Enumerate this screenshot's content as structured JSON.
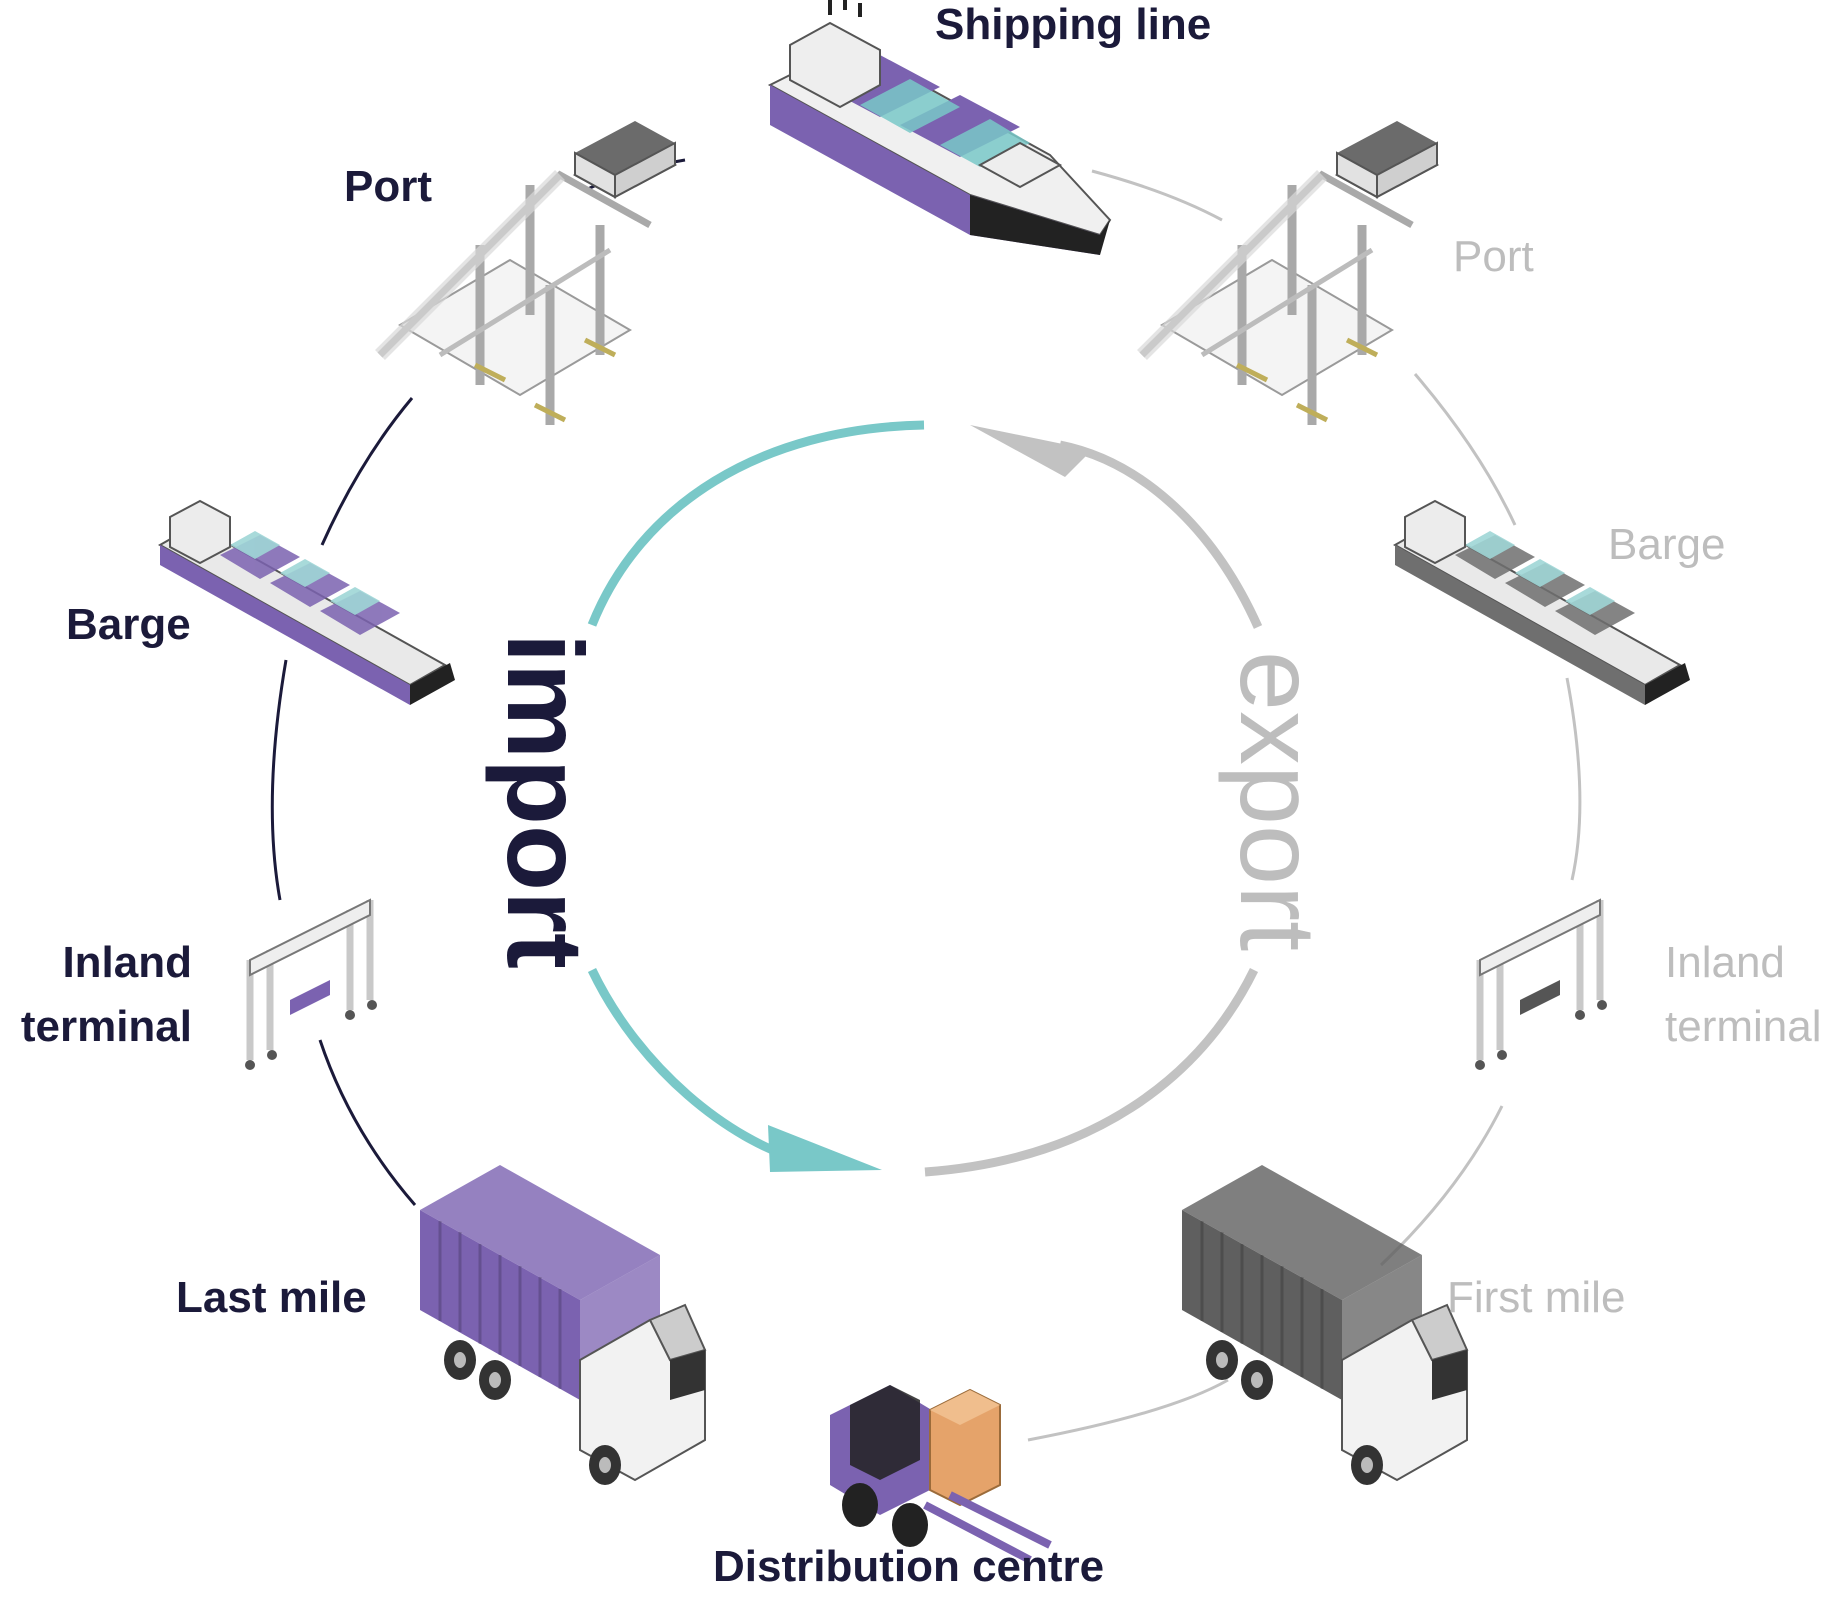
{
  "colors": {
    "import_text": "#1b1a3a",
    "export_text": "#bdbdbd",
    "purple": "#7b62b0",
    "teal": "#79c8c8",
    "grey": "#c2c2c2",
    "dark_line": "#1b1a3a"
  },
  "cycle": {
    "import_label": "import",
    "export_label": "export"
  },
  "import_side": [
    {
      "label": "Shipping line",
      "icon": "container-ship-icon"
    },
    {
      "label": "Port",
      "icon": "port-crane-icon"
    },
    {
      "label": "Barge",
      "icon": "barge-icon"
    },
    {
      "label": "Inland",
      "label2": "terminal",
      "icon": "gantry-crane-icon"
    },
    {
      "label": "Last mile",
      "icon": "truck-icon"
    }
  ],
  "center_bottom": {
    "label": "Distribution centre",
    "icon": "forklift-icon"
  },
  "export_side": [
    {
      "label": "Port",
      "icon": "port-crane-icon"
    },
    {
      "label": "Barge",
      "icon": "barge-icon"
    },
    {
      "label": "Inland",
      "label2": "terminal",
      "icon": "gantry-crane-icon"
    },
    {
      "label": "First mile",
      "icon": "truck-icon"
    }
  ]
}
